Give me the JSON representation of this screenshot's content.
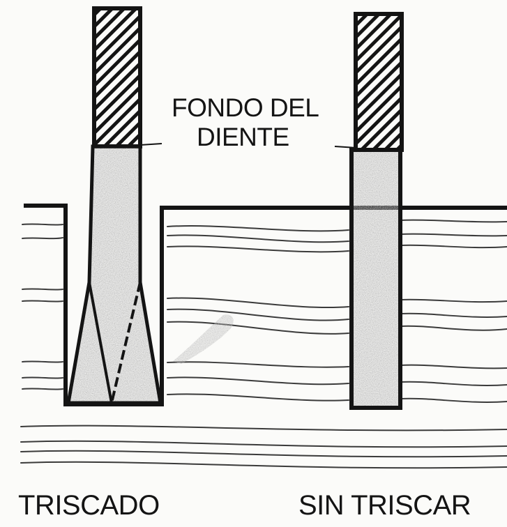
{
  "labels": {
    "tooth_bottom_line1": "FONDO DEL",
    "tooth_bottom_line2": "DIENTE",
    "set_saw": "TRISCADO",
    "unset_saw": "SIN TRISCAR"
  },
  "colors": {
    "ink": "#141414",
    "paper": "#fbfbf9",
    "tooth_fill": "#9a9a9a",
    "grain": "#3a3a3a"
  }
}
